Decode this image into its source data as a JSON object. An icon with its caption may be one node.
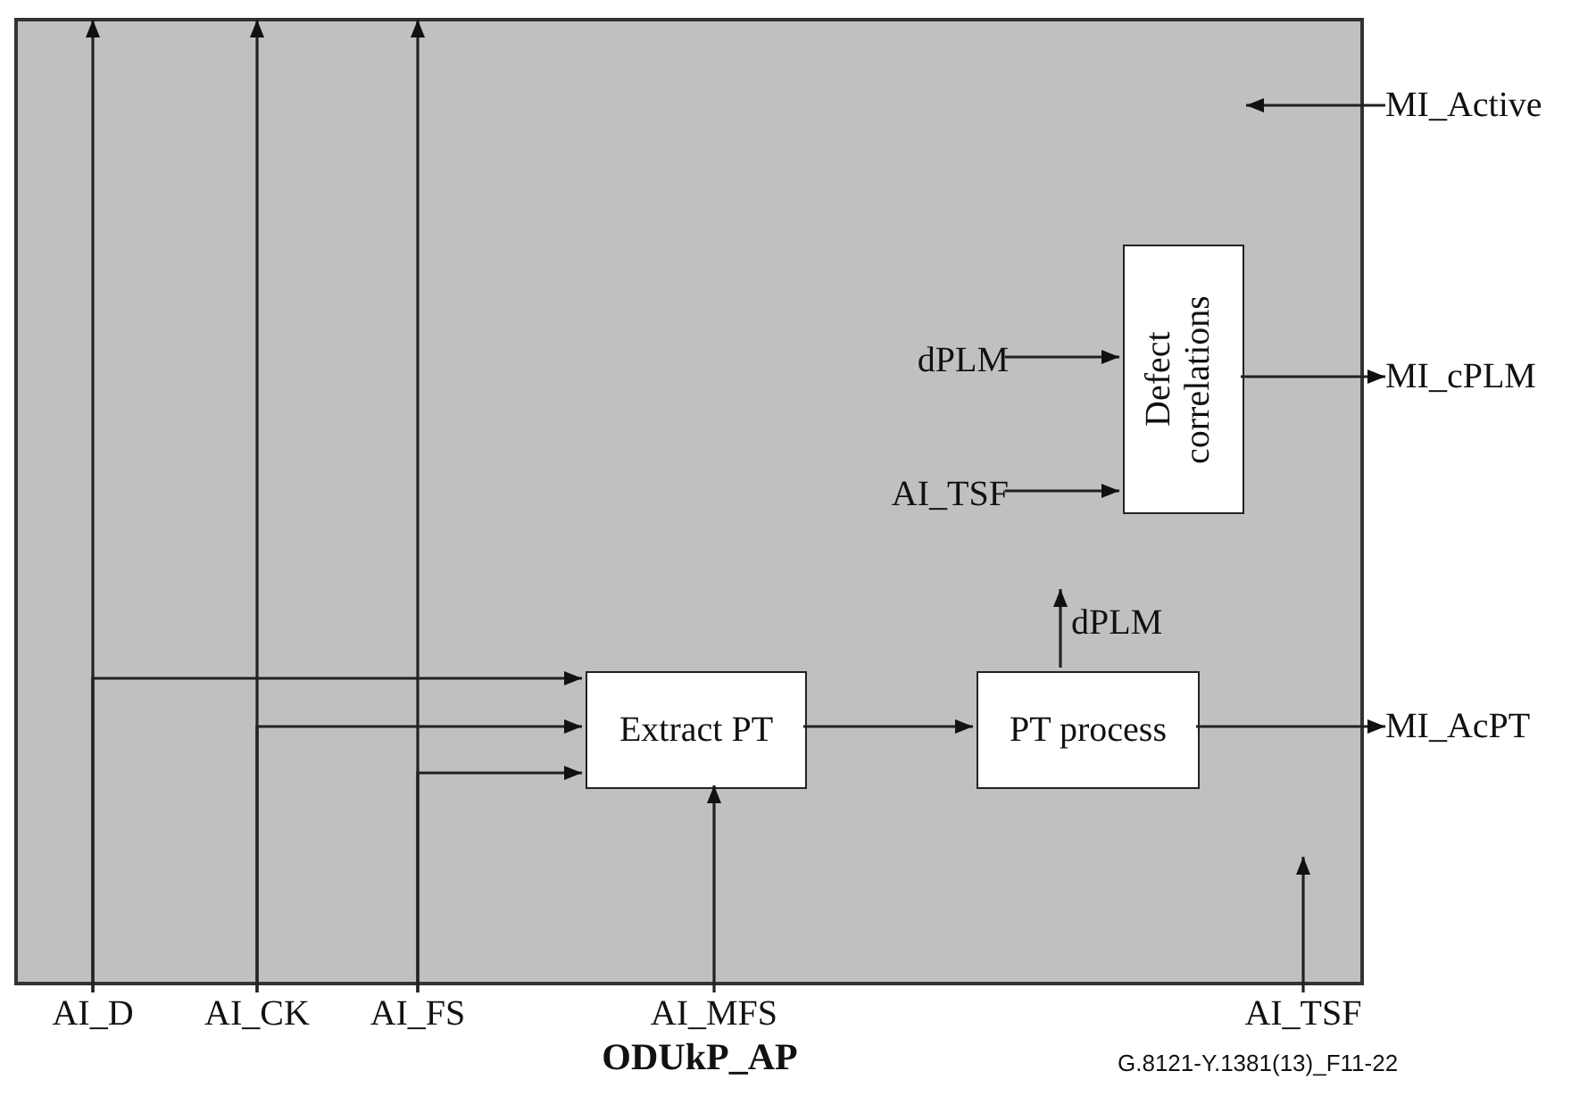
{
  "diagram": {
    "nodes": [
      {
        "text": [
          "ODUkP_AP"
        ]
      },
      {
        "text": [
          "Defect correlations"
        ],
        "in": 0
      },
      {
        "text": [
          "dPLM"
        ],
        "in": 0
      },
      {
        "text": [
          "AI_TSF"
        ],
        "in": 0
      },
      {
        "text": [
          "Extract PT"
        ],
        "in": 0
      },
      {
        "text": [
          "PT process"
        ],
        "in": 0
      },
      {
        "text": [
          "MI_Active"
        ]
      },
      {
        "text": [
          "MI_cPLM"
        ]
      },
      {
        "text": [
          "MI_AcPT"
        ]
      },
      {
        "text": [
          "AI_D"
        ]
      },
      {
        "text": [
          "AI_CK"
        ]
      },
      {
        "text": [
          "AI_FS"
        ]
      },
      {
        "text": [
          "AI_MFS"
        ]
      },
      {
        "text": [
          "AI_TSF"
        ]
      }
    ],
    "edges": [
      {
        "from": 9,
        "to": 0,
        "arrow": "to"
      },
      {
        "from": 10,
        "to": 0,
        "arrow": "to"
      },
      {
        "from": 11,
        "to": 0,
        "arrow": "to"
      },
      {
        "from": 9,
        "to": 4,
        "arrow": "to"
      },
      {
        "from": 10,
        "to": 4,
        "arrow": "to"
      },
      {
        "from": 11,
        "to": 4,
        "arrow": "to"
      },
      {
        "from": 12,
        "to": 4,
        "arrow": "to"
      },
      {
        "from": 4,
        "to": 5,
        "arrow": "to"
      },
      {
        "from": 5,
        "to": null,
        "arrow": "to",
        "label": "dPLM"
      },
      {
        "from": 5,
        "to": 8,
        "arrow": "to"
      },
      {
        "from": 2,
        "to": 1,
        "arrow": "to"
      },
      {
        "from": 3,
        "to": 1,
        "arrow": "to"
      },
      {
        "from": 1,
        "to": 7,
        "arrow": "to"
      },
      {
        "from": 6,
        "to": null,
        "arrow": "to"
      },
      {
        "from": 13,
        "to": null,
        "arrow": "to"
      }
    ],
    "labels": [
      "G.8121-Y.1381(13)_F11-22"
    ]
  }
}
